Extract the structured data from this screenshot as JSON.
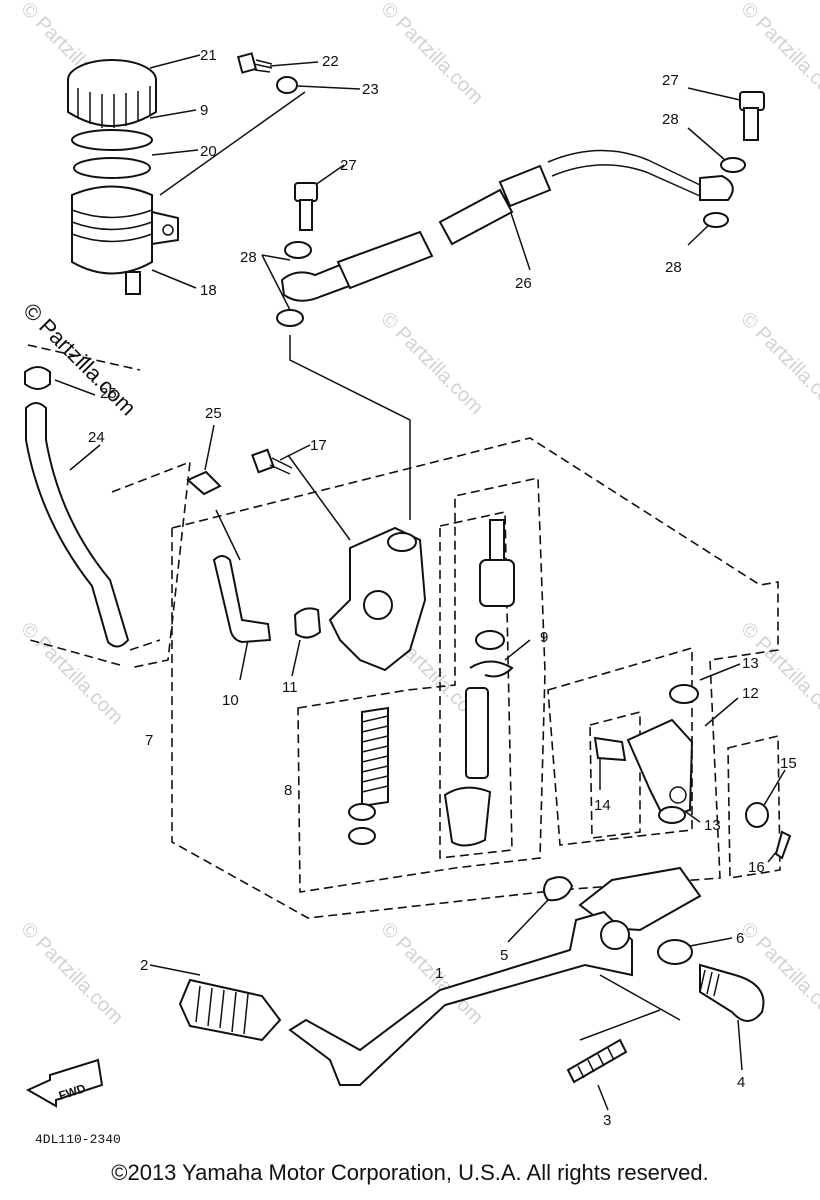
{
  "watermark": "© Partzilla.com",
  "diagram_code": "4DL110-2340",
  "fwd_label": "FWD",
  "copyright": "©2013 Yamaha Motor Corporation, U.S.A. All rights reserved.",
  "callouts": {
    "c1": "1",
    "c2": "2",
    "c3": "3",
    "c4": "4",
    "c5": "5",
    "c6": "6",
    "c7": "7",
    "c8": "8",
    "c9a": "9",
    "c9b": "9",
    "c10": "10",
    "c11": "11",
    "c12": "12",
    "c13a": "13",
    "c13b": "13",
    "c14": "14",
    "c15": "15",
    "c16": "16",
    "c17": "17",
    "c18": "18",
    "c20": "20",
    "c21": "21",
    "c22": "22",
    "c23": "23",
    "c24": "24",
    "c25a": "25",
    "c25b": "25",
    "c26": "26",
    "c27a": "27",
    "c27b": "27",
    "c28a": "28",
    "c28b": "28",
    "c28c": "28"
  }
}
